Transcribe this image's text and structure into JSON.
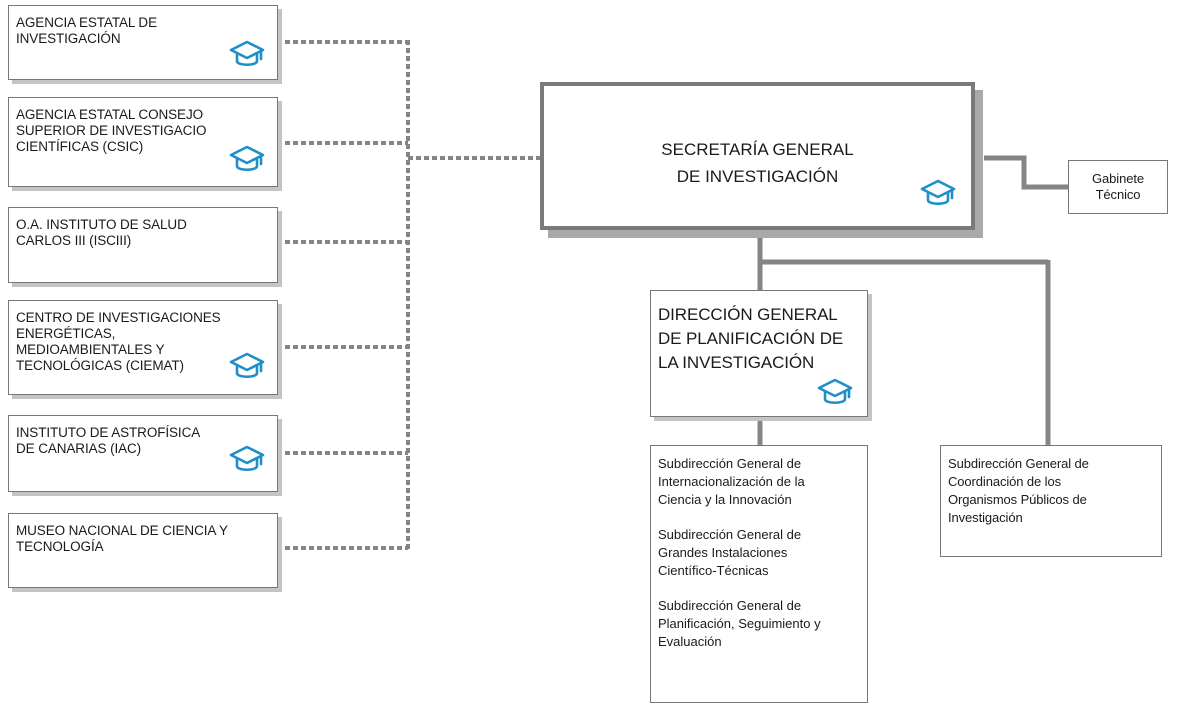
{
  "secretaria": {
    "title": "SECRETARÍA GENERAL\nDE INVESTIGACIÓN",
    "icon": "graduation-cap-icon"
  },
  "gabinete": {
    "label": "Gabinete\nTécnico"
  },
  "direccion": {
    "title": "DIRECCIÓN GENERAL\nDE PLANIFICACIÓN DE\nLA INVESTIGACIÓN",
    "icon": "graduation-cap-icon"
  },
  "subdirecciones": [
    "Subdirección General de\nInternacionalización de la\nCiencia y la Innovación",
    "Subdirección General de\nGrandes Instalaciones\nCientífico-Técnicas",
    "Subdirección General de\nPlanificación, Seguimiento y\nEvaluación"
  ],
  "coordinacion": {
    "label": "Subdirección General de\nCoordinación de los\nOrganismos Públicos de\nInvestigación"
  },
  "organismos": [
    {
      "name": "AGENCIA ESTATAL DE\nINVESTIGACIÓN",
      "icon": "graduation-cap-icon"
    },
    {
      "name": "AGENCIA ESTATAL CONSEJO\nSUPERIOR DE INVESTIGACIO\nCIENTÍFICAS (CSIC)",
      "icon": "graduation-cap-icon"
    },
    {
      "name": "O.A. INSTITUTO DE SALUD\nCARLOS III (ISCIII)"
    },
    {
      "name": "CENTRO DE INVESTIGACIONES\nENERGÉTICAS,\nMEDIOAMBIENTALES Y\nTECNOLÓGICAS (CIEMAT)",
      "icon": "graduation-cap-icon"
    },
    {
      "name": "INSTITUTO DE ASTROFÍSICA\nDE CANARIAS (IAC)",
      "icon": "graduation-cap-icon"
    },
    {
      "name": "MUSEO NACIONAL DE CIENCIA Y\nTECNOLOGÍA"
    }
  ],
  "colors": {
    "connector": "#858585",
    "icon": "#1e8fc8"
  }
}
